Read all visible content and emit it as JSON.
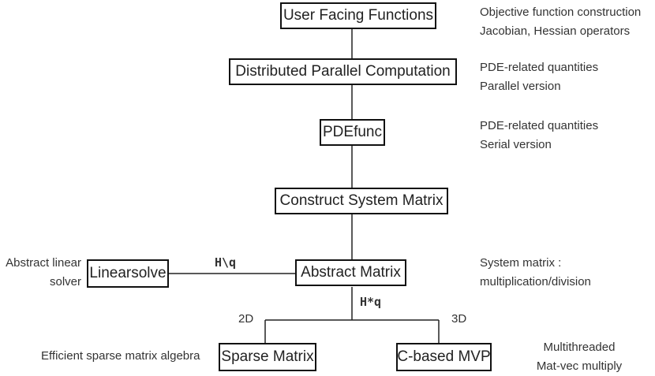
{
  "nodes": {
    "user_facing": "User Facing Functions",
    "distributed": "Distributed Parallel Computation",
    "pdefunc": "PDEfunc",
    "construct": "Construct System Matrix",
    "abstract": "Abstract Matrix",
    "linearsolve": "Linearsolve",
    "sparse": "Sparse Matrix",
    "cmvp": "C-based MVP"
  },
  "notes": {
    "user_facing": [
      "Objective function construction",
      "Jacobian, Hessian operators"
    ],
    "distributed": [
      "PDE-related quantities",
      "Parallel version"
    ],
    "pdefunc": [
      "PDE-related quantities",
      "Serial version"
    ],
    "abstract": [
      "System matrix :",
      "multiplication/division"
    ],
    "linearsolve": [
      "Abstract linear",
      "solver"
    ],
    "sparse": "Efficient sparse matrix algebra",
    "cmvp": [
      "Multithreaded",
      "Mat-vec multiply"
    ]
  },
  "edge_labels": {
    "solve": "H\\q",
    "multiply": "H*q",
    "left_branch": "2D",
    "right_branch": "3D"
  }
}
